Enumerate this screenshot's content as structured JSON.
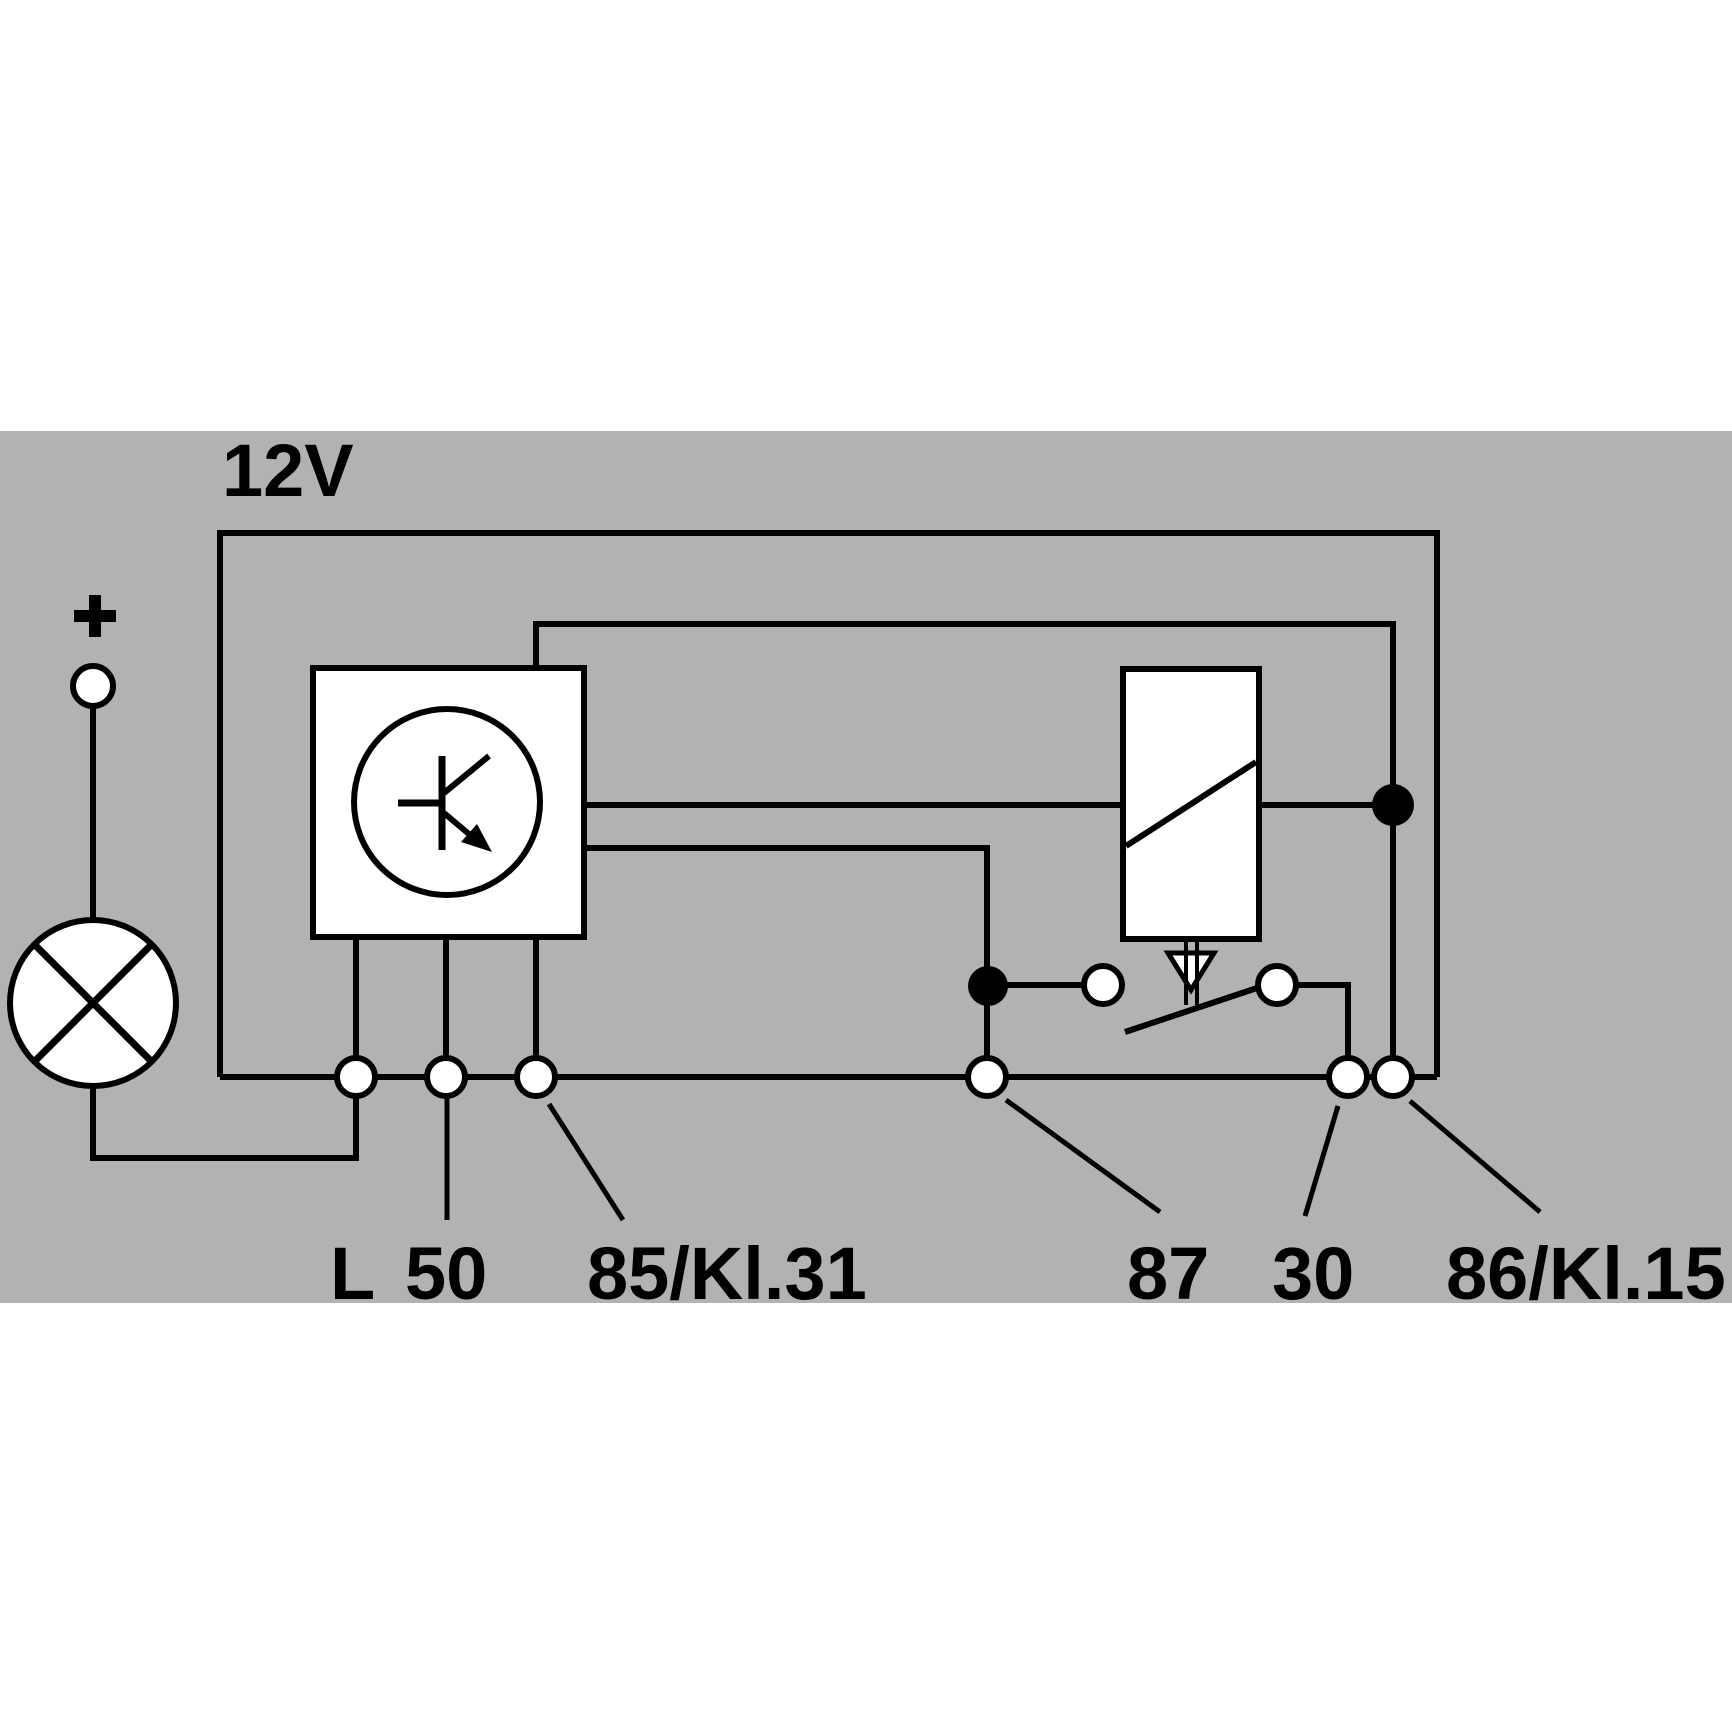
{
  "diagram": {
    "supply_label": "12V",
    "battery_positive_label": "+",
    "terminals": [
      {
        "id": "L",
        "label": "L"
      },
      {
        "id": "50",
        "label": "50"
      },
      {
        "id": "85",
        "label": "85/Kl.31"
      },
      {
        "id": "87",
        "label": "87"
      },
      {
        "id": "30",
        "label": "30"
      },
      {
        "id": "86",
        "label": "86/Kl.15"
      }
    ],
    "symbols": {
      "control_unit": "transistor-in-circle",
      "relay_coil": "rectangle-with-diagonal",
      "contact_switch": "open-switch-blade",
      "lamp": "circle-with-cross",
      "battery_tap": "small-open-circle"
    },
    "colors": {
      "band_background": "#b2b2b2",
      "line": "#000000",
      "component_fill": "#ffffff"
    }
  }
}
